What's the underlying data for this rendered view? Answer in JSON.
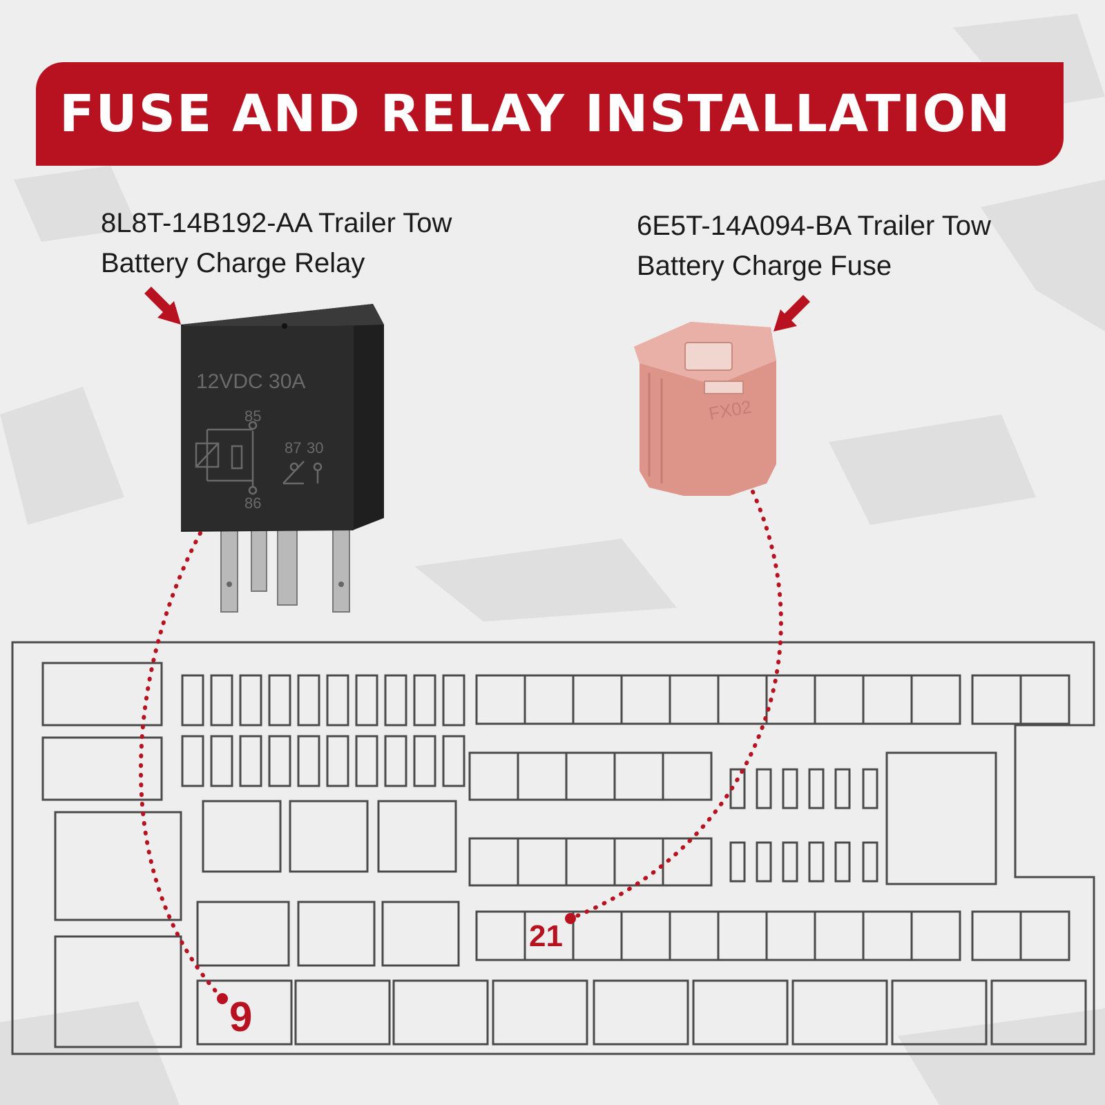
{
  "header": {
    "title": "FUSE AND RELAY INSTALLATION"
  },
  "relay": {
    "label_line1": "8L8T-14B192-AA Trailer Tow",
    "label_line2": "Battery Charge Relay",
    "rating": "12VDC 30A",
    "pins": {
      "p85": "85",
      "p86": "86",
      "p87": "87",
      "p30": "30"
    },
    "position_number": "9"
  },
  "fuse": {
    "label_line1": "6E5T-14A094-BA Trailer Tow",
    "label_line2": "Battery Charge Fuse",
    "marking": "FX02",
    "position_number": "21"
  },
  "colors": {
    "accent": "#b8111f",
    "fuse_body": "#dd958a",
    "relay_body": "#2b2b2b"
  }
}
